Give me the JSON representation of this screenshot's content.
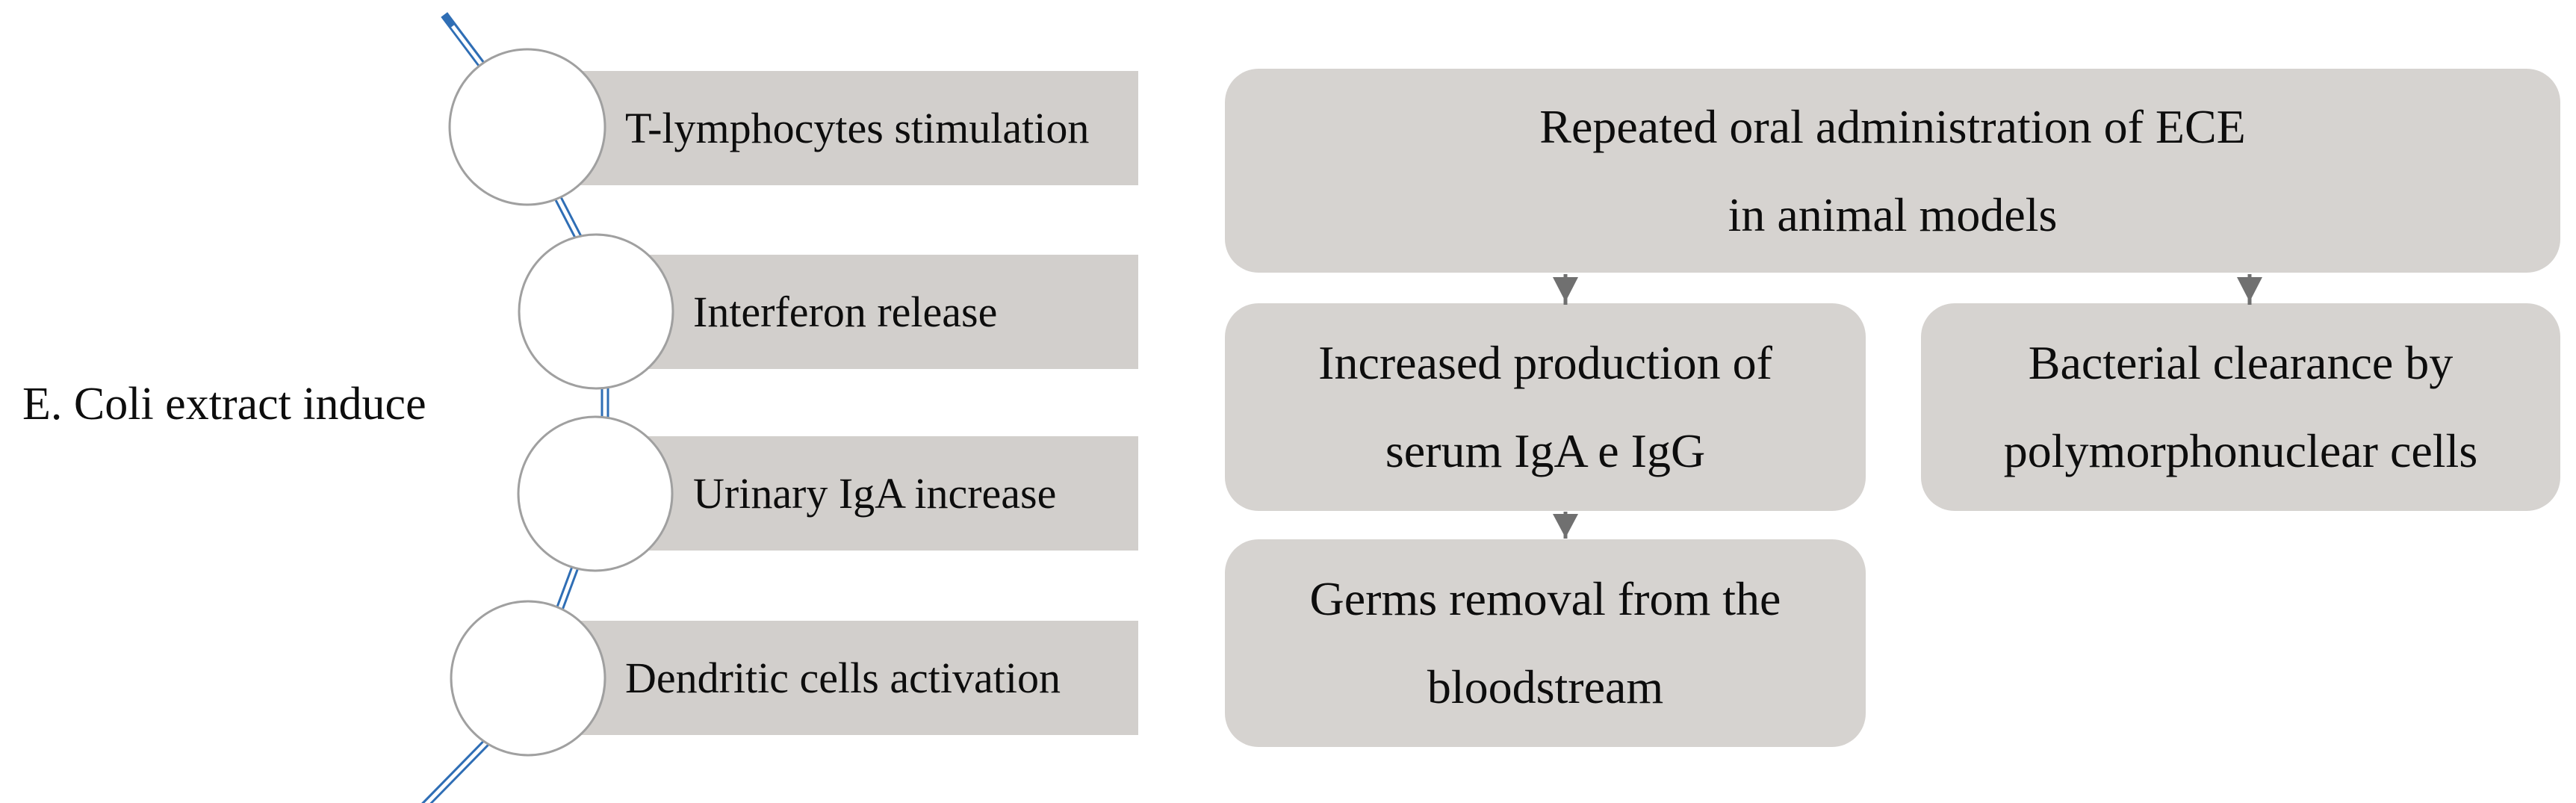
{
  "figure": {
    "left_label": "E. Coli extract induce",
    "induced_effects": [
      {
        "label": "T-lymphocytes stimulation"
      },
      {
        "label": "Interferon release"
      },
      {
        "label": "Urinary IgA increase"
      },
      {
        "label": "Dendritic cells activation"
      }
    ],
    "flowchart": {
      "root": {
        "line1": "Repeated oral administration of ECE",
        "line2": "in animal models"
      },
      "left_child": {
        "line1": "Increased production of",
        "line2": "serum IgA e IgG"
      },
      "left_grandchild": {
        "line1": "Germs removal from the",
        "line2": "bloodstream"
      },
      "right_child": {
        "line1": "Bacterial clearance by",
        "line2": "polymorphonuclear cells"
      }
    },
    "colors": {
      "bar_fill": "#d2cfcc",
      "rounded_box_fill": "#d6d3d0",
      "thread_blue": "#2f6eb5",
      "circle_stroke": "#a0a0a0",
      "arrow_gray": "#707070",
      "text": "#0d0d0d",
      "background": "#ffffff"
    }
  }
}
